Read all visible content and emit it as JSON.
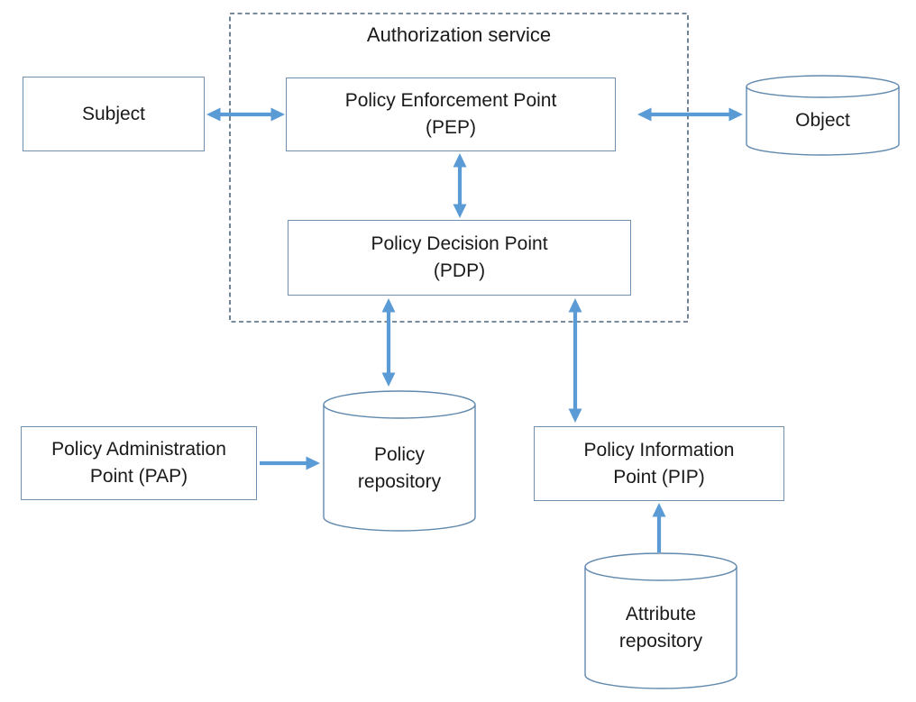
{
  "diagram": {
    "title": "Authorization service",
    "colors": {
      "arrow": "#5b9bd5",
      "box_border": "#7090b0",
      "cylinder_border": "#6089ad",
      "dashed_border": "#4d6378",
      "text": "#1a1a1a",
      "background": "#ffffff"
    },
    "nodes": {
      "subject": {
        "line1": "Subject",
        "line2": "",
        "shape": "rectangle"
      },
      "pep": {
        "line1": "Policy Enforcement Point",
        "line2": "(PEP)",
        "shape": "rectangle"
      },
      "object": {
        "line1": "Object",
        "line2": "",
        "shape": "cylinder"
      },
      "pdp": {
        "line1": "Policy Decision Point",
        "line2": "(PDP)",
        "shape": "rectangle"
      },
      "pap": {
        "line1": "Policy Administration",
        "line2": "Point (PAP)",
        "shape": "rectangle"
      },
      "policy_repository": {
        "line1": "Policy",
        "line2": "repository",
        "shape": "cylinder"
      },
      "pip": {
        "line1": "Policy Information",
        "line2": "Point (PIP)",
        "shape": "rectangle"
      },
      "attribute_repository": {
        "line1": "Attribute",
        "line2": "repository",
        "shape": "cylinder"
      }
    },
    "edges": [
      {
        "from": "subject",
        "to": "pep",
        "arrow": "double"
      },
      {
        "from": "pep",
        "to": "object",
        "arrow": "double"
      },
      {
        "from": "pep",
        "to": "pdp",
        "arrow": "double"
      },
      {
        "from": "pdp",
        "to": "policy_repository",
        "arrow": "double"
      },
      {
        "from": "pdp",
        "to": "pip",
        "arrow": "double"
      },
      {
        "from": "pap",
        "to": "policy_repository",
        "arrow": "single"
      },
      {
        "from": "attribute_repository",
        "to": "pip",
        "arrow": "single"
      }
    ]
  }
}
